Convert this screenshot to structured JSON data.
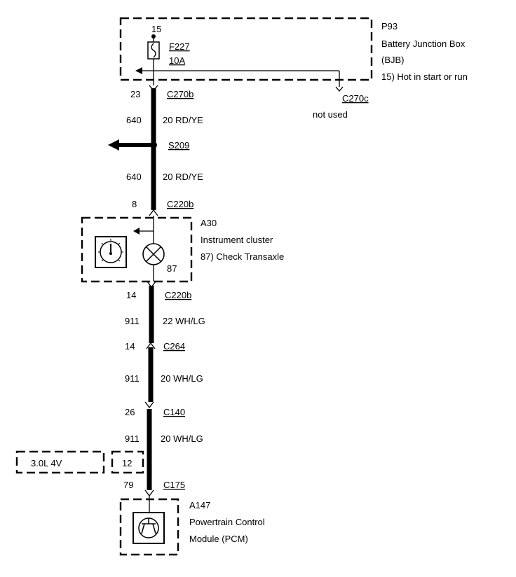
{
  "bjb": {
    "code": "P93",
    "name": "Battery Junction Box",
    "abbr": "(BJB)",
    "pin": "15",
    "circuit_note": "15)  Hot in start or run"
  },
  "fuse": {
    "id": "F227",
    "rating": "10A"
  },
  "conn_c270b": {
    "pin": "23",
    "name": "C270b"
  },
  "conn_c270c": {
    "name": "C270c",
    "note": "not used"
  },
  "wire1": {
    "circuit": "640",
    "spec": "20 RD/YE"
  },
  "splice": {
    "name": "S209"
  },
  "wire2": {
    "circuit": "640",
    "spec": "20 RD/YE"
  },
  "conn_c220b_top": {
    "pin": "8",
    "name": "C220b"
  },
  "cluster": {
    "code": "A30",
    "name": "Instrument cluster",
    "lamp_note": "87)  Check Transaxle",
    "lamp_id": "87"
  },
  "conn_c220b_bottom": {
    "pin": "14",
    "name": "C220b"
  },
  "wire3": {
    "circuit": "911",
    "spec": "22 WH/LG"
  },
  "conn_c264": {
    "pin": "14",
    "name": "C264"
  },
  "wire4": {
    "circuit": "911",
    "spec": "20 WH/LG"
  },
  "conn_c140": {
    "pin": "26",
    "name": "C140"
  },
  "wire5": {
    "circuit": "911",
    "spec": "20 WH/LG"
  },
  "engine_variant": {
    "label": "3.0L 4V",
    "pin": "12"
  },
  "conn_c175": {
    "pin": "79",
    "name": "C175"
  },
  "pcm": {
    "code": "A147",
    "name_line1": "Powertrain Control",
    "name_line2": "Module (PCM)"
  }
}
